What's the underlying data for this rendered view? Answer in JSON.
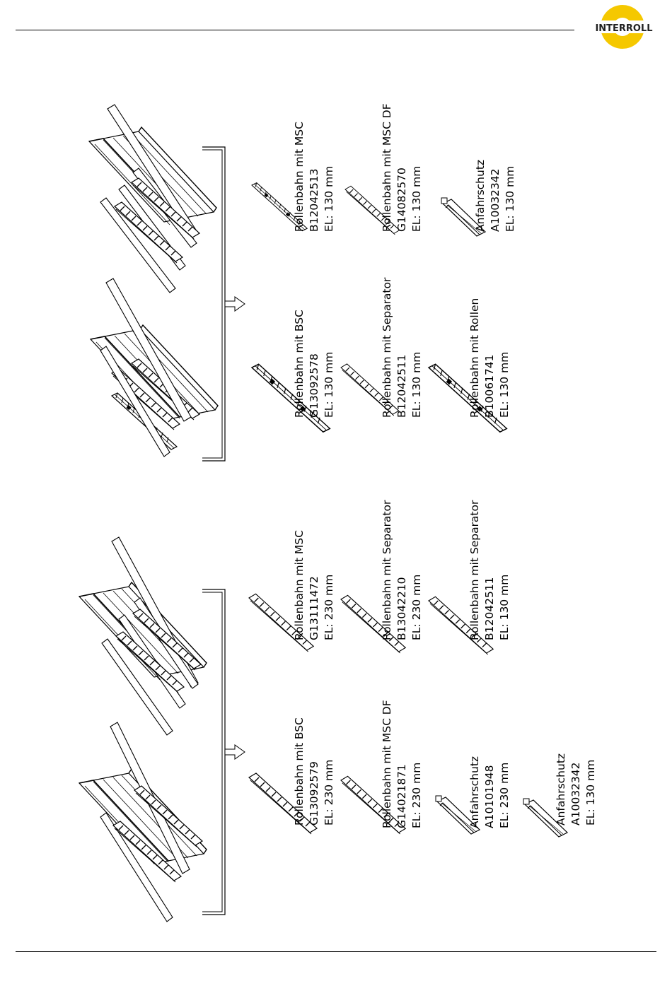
{
  "brand": {
    "name": "INTERROLL",
    "accent": "#f5c800"
  },
  "upper_group": {
    "items": [
      {
        "title": "Rollenbahn mit BSC",
        "code": "G13092578",
        "el": "EL: 130 mm"
      },
      {
        "title": "Rollenbahn mit MSC",
        "code": "B12042513",
        "el": "EL: 130 mm"
      },
      {
        "title": "Rollenbahn mit Separator",
        "code": "B12042511",
        "el": "EL: 130 mm"
      },
      {
        "title": "Rollenbahn mit MSC DF",
        "code": "G14082570",
        "el": "EL: 130 mm"
      },
      {
        "title": "Rollenbahn mit Rollen",
        "code": "B10061741",
        "el": "EL: 130 mm"
      },
      {
        "title": "Anfahrschutz",
        "code": "A10032342",
        "el": "EL: 130 mm"
      }
    ]
  },
  "lower_group": {
    "items": [
      {
        "title": "Rollenbahn mit BSC",
        "code": "G13092579",
        "el": "EL: 230 mm"
      },
      {
        "title": "Rollenbahn mit MSC",
        "code": "G13111472",
        "el": "EL: 230 mm"
      },
      {
        "title": "Rollenbahn mit MSC DF",
        "code": "G14021871",
        "el": "EL: 230 mm"
      },
      {
        "title": "Rollenbahn mit Separator",
        "code": "B13042210",
        "el": "EL: 230 mm"
      },
      {
        "title": "Anfahrschutz",
        "code": "A10101948",
        "el": "EL: 230 mm"
      },
      {
        "title": "Rollenbahn mit Separator",
        "code": "B12042511",
        "el": "EL: 130 mm"
      },
      {
        "title": "Anfahrschutz",
        "code": "A10032342",
        "el": "EL: 130 mm"
      }
    ]
  }
}
